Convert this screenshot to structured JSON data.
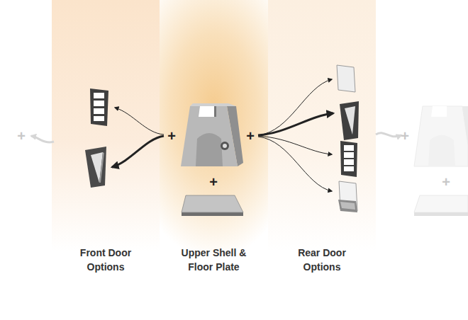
{
  "diagram": {
    "nodes": [
      {
        "text": [
          "Front Door Options"
        ]
      },
      {
        "text": [
          "Upper Shell & Floor Plate"
        ]
      },
      {
        "text": [
          "Rear Door Options"
        ]
      }
    ],
    "labels": [
      "+",
      "+",
      "+",
      "+",
      "+",
      "+"
    ]
  }
}
